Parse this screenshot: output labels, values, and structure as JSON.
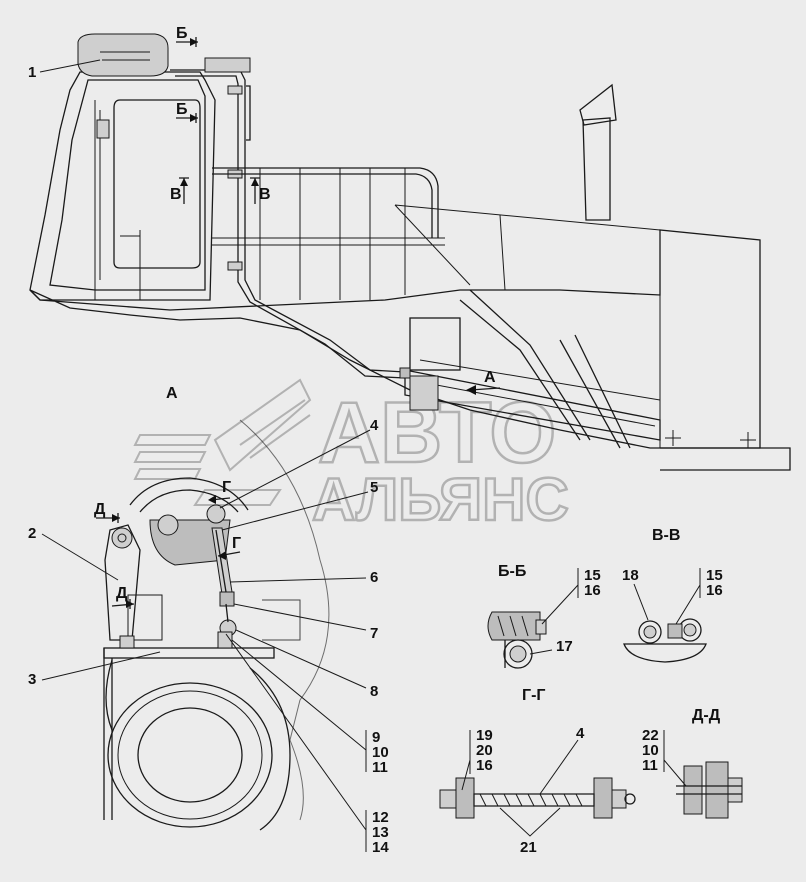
{
  "labels": {
    "n1": "1",
    "n2": "2",
    "n3": "3",
    "n4": "4",
    "n5": "5",
    "n6": "6",
    "n7": "7",
    "n8": "8",
    "g9_11": [
      "9",
      "10",
      "11"
    ],
    "g12_14": [
      "12",
      "13",
      "14"
    ],
    "g15_16": [
      "15",
      "16"
    ],
    "n17": "17",
    "n18": "18",
    "g19_16": [
      "19",
      "20",
      "16"
    ],
    "n21": "21",
    "g22_11": [
      "22",
      "10",
      "11"
    ]
  },
  "view_marks": {
    "A": "А",
    "B": "Б",
    "V": "В",
    "G": "Г",
    "D": "Д"
  },
  "section_titles": {
    "bb": "Б-Б",
    "vv": "В-В",
    "gg": "Г-Г",
    "dd": "Д-Д"
  },
  "watermark": {
    "line1": "АВТО",
    "line2": "АЛЬЯНС"
  }
}
